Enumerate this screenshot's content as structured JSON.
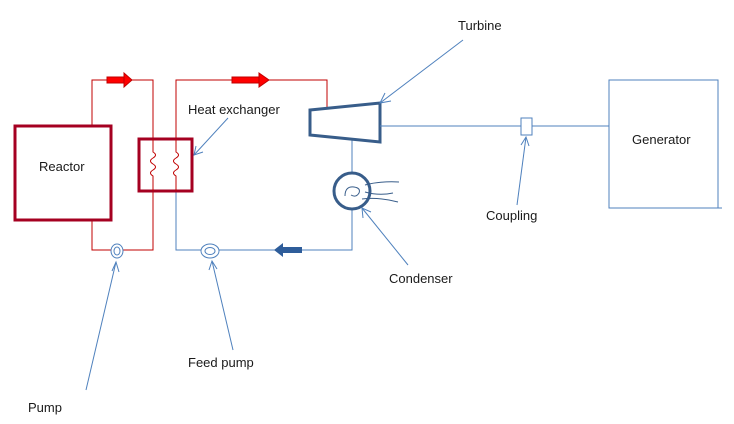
{
  "labels": {
    "reactor": "Reactor",
    "heat_exchanger": "Heat exchanger",
    "turbine": "Turbine",
    "generator": "Generator",
    "coupling": "Coupling",
    "condenser": "Condenser",
    "feed_pump": "Feed pump",
    "pump": "Pump"
  },
  "colors": {
    "primary_loop": "#c00000",
    "secondary_loop": "#4f81bd",
    "arrow_red": "#ff0000",
    "arrow_blue": "#2e5d9a",
    "turbine_stroke": "#385d8a",
    "leader_line": "#4f81bd",
    "text": "#1a1a1a"
  }
}
